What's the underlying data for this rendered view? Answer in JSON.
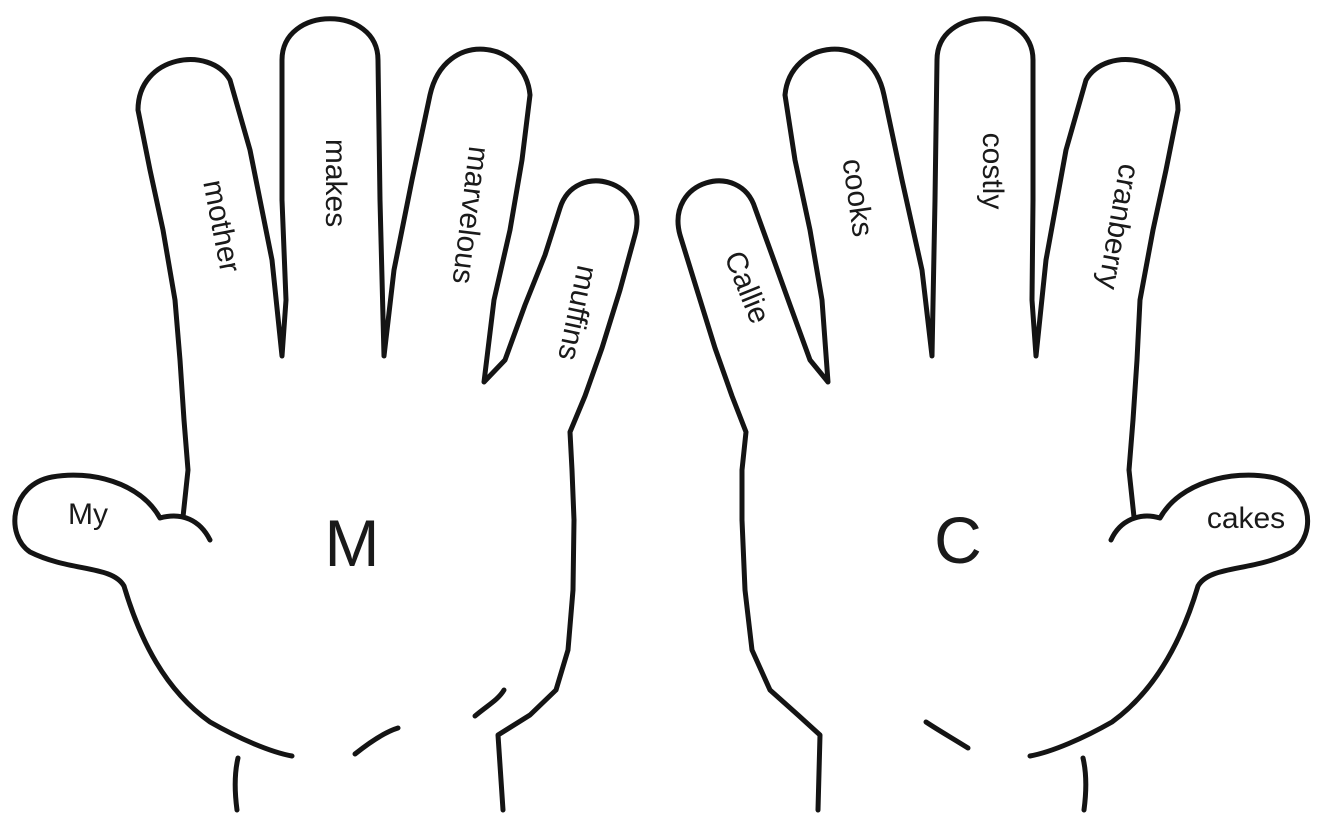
{
  "left_hand": {
    "letter": "M",
    "thumb": "My",
    "fingers": [
      "mother",
      "makes",
      "marvelous",
      "muffins"
    ]
  },
  "right_hand": {
    "letter": "C",
    "thumb": "cakes",
    "fingers": [
      "Callie",
      "cooks",
      "costly",
      "cranberry"
    ]
  },
  "colors": {
    "outline": "#141414",
    "text": "#1a1a1a",
    "background": "#ffffff"
  }
}
